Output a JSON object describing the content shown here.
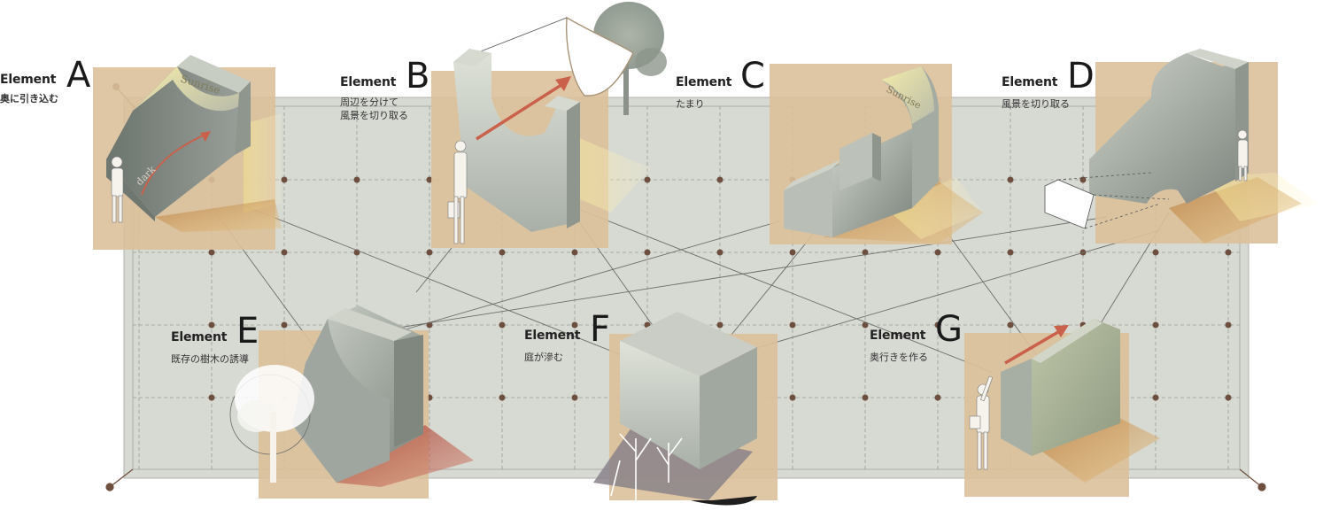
{
  "diagram": {
    "colors": {
      "grid_bg": "#d7d9d3",
      "grid_line": "#9a9a96",
      "node": "#6e4e3e",
      "panel": "#dcc09a",
      "concrete": "#aeb4ad",
      "arrow": "#c9614b",
      "light": "#f1e59a",
      "shadow_orange": "#c7894c",
      "shadow_red": "#b55a4a"
    },
    "elements": [
      {
        "word": "Element",
        "letter": "A",
        "desc": "奥に引き込む",
        "tags": [
          "Sunrise",
          "dark"
        ]
      },
      {
        "word": "Element",
        "letter": "B",
        "desc": "周辺を分けて\n風景を切り取る"
      },
      {
        "word": "Element",
        "letter": "C",
        "desc": "たまり",
        "tags": [
          "Sunrise"
        ]
      },
      {
        "word": "Element",
        "letter": "D",
        "desc": "風景を切り取る"
      },
      {
        "word": "Element",
        "letter": "E",
        "desc": "既存の樹木の誘導"
      },
      {
        "word": "Element",
        "letter": "F",
        "desc": "庭が滲む"
      },
      {
        "word": "Element",
        "letter": "G",
        "desc": "奥行きを作る"
      }
    ]
  }
}
